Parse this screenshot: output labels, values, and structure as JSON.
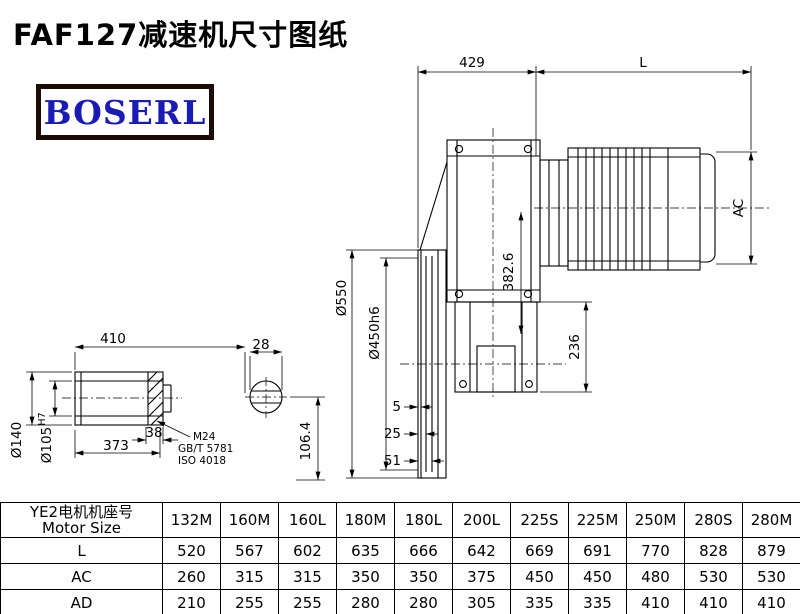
{
  "header": {
    "title": "FAF127减速机尺寸图纸",
    "logo_text": "BOSERL"
  },
  "drawing": {
    "dim_429": "429",
    "dim_L": "L",
    "dim_AC": "AC",
    "dim_382_6": "382.6",
    "dim_dia550": "Ø550",
    "dim_dia450h6": "Ø450h6",
    "dim_236": "236",
    "dim_5": "5",
    "dim_25": "25",
    "dim_51": "51",
    "dim_410": "410",
    "dim_38": "38",
    "dim_373": "373",
    "dim_dia140": "Ø140",
    "dim_dia105": "Ø105",
    "dim_dia105_tol": "H7",
    "note_m24": "M24",
    "note_gbt": "GB/T 5781",
    "note_iso": "ISO 4018",
    "dim_28": "28",
    "dim_106_4": "106.4"
  },
  "table": {
    "header_cn": "YE2电机机座号",
    "header_en": "Motor Size",
    "columns": [
      "132M",
      "160M",
      "160L",
      "180M",
      "180L",
      "200L",
      "225S",
      "225M",
      "250M",
      "280S",
      "280M"
    ],
    "rows": [
      {
        "label": "L",
        "values": [
          "520",
          "567",
          "602",
          "635",
          "666",
          "642",
          "669",
          "691",
          "770",
          "828",
          "879"
        ]
      },
      {
        "label": "AC",
        "values": [
          "260",
          "315",
          "315",
          "350",
          "350",
          "375",
          "450",
          "450",
          "480",
          "530",
          "530"
        ]
      },
      {
        "label": "AD",
        "values": [
          "210",
          "255",
          "255",
          "280",
          "280",
          "305",
          "335",
          "335",
          "410",
          "410",
          "410"
        ]
      }
    ]
  }
}
